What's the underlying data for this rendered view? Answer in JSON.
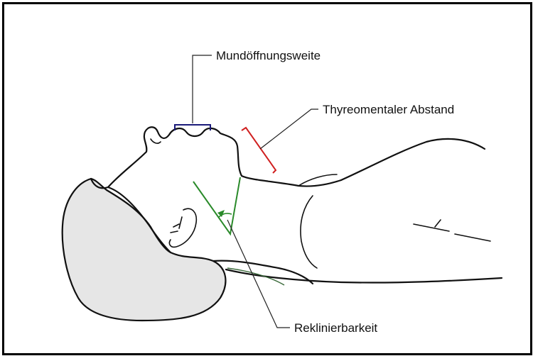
{
  "labels": {
    "mouth_opening": "Mundöffnungsweite",
    "thyromental_distance": "Thyreomentaler Abstand",
    "reclination": "Reklinierbarkeit"
  },
  "colors": {
    "frame": "#000000",
    "outline": "#111111",
    "hair_fill": "#e6e6e6",
    "mouth_bracket": "#1a1a7a",
    "thyromental_bracket": "#d02020",
    "reclination_angle": "#2a8a2a",
    "neck_line": "#3a6a3a"
  }
}
